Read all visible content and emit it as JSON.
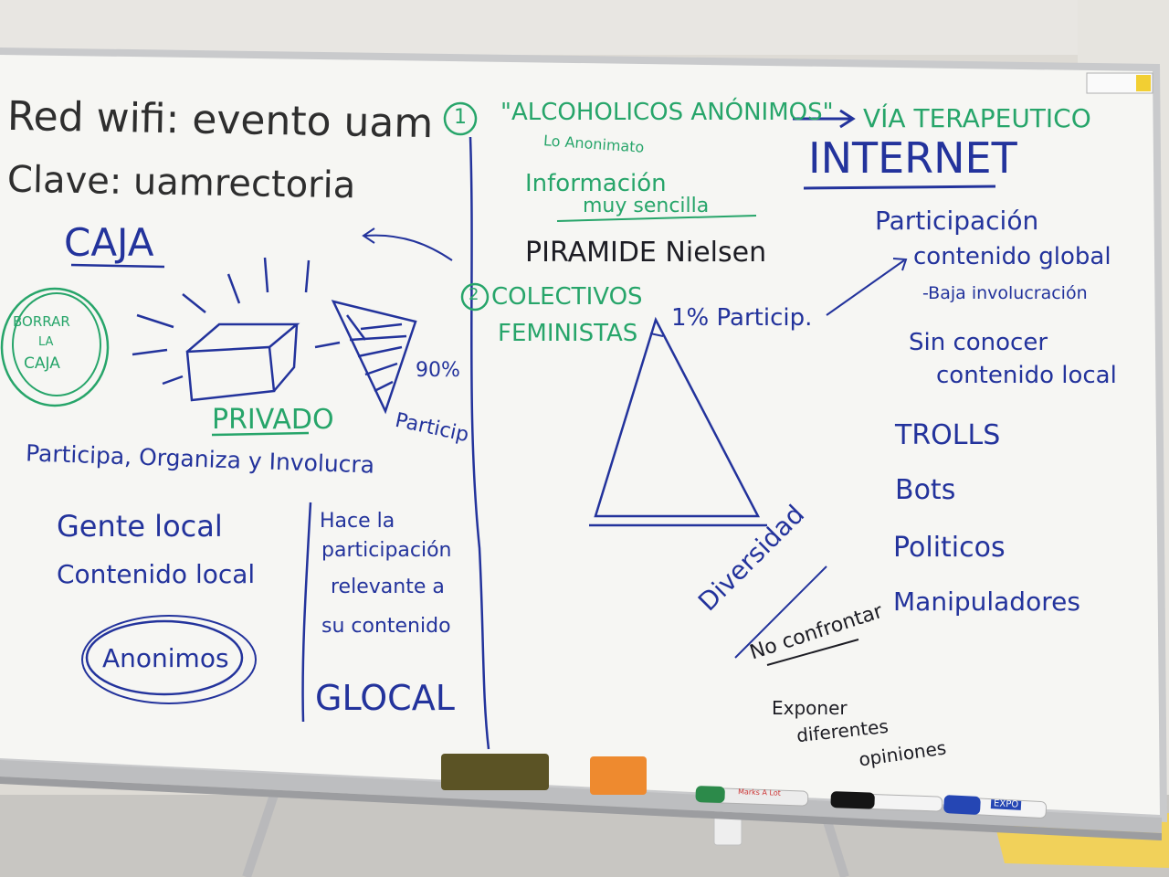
{
  "left_column": {
    "wifi_line": "Red wifi: evento uam",
    "password_line": "Clave: uamrectoria",
    "caja": "CAJA",
    "borrar_caja": [
      "BORRAR",
      "LA",
      "CAJA"
    ],
    "privado": "PRIVADO",
    "percent_90": "90%",
    "participa_right": "Particip",
    "participa_line": "Participa, Organiza y Involucra",
    "list": [
      "Gente local",
      "Contenido local",
      "Anonimos"
    ],
    "hace_note": [
      "Hace la",
      "participación",
      "relevante a",
      "su contenido"
    ],
    "glocal": "GLOCAL"
  },
  "middle_column": {
    "num_1": "1",
    "alcoholicos": "\"ALCOHOLICOS ANÓNIMOS\"",
    "lo_anonimato": "Lo Anonimato",
    "informacion": "Información",
    "muy_sencilla": "muy sencilla",
    "piramide": "PIRAMIDE Nielsen",
    "num_2": "2",
    "colectivos": "COLECTIVOS",
    "feministas": "FEMINISTAS",
    "one_percent": "1% Particip.",
    "diversidad": "Diversidad",
    "no_confrontar": "No confrontar",
    "exponer": "Exponer",
    "diferentes": "diferentes",
    "opiniones": "opiniones"
  },
  "right_column": {
    "via_terapeutica": "VÍA TERAPEUTICO",
    "internet": "INTERNET",
    "participacion": "Participación",
    "contenido_global": "contenido global",
    "baja": "-Baja involucración",
    "sin_conocer": "Sin conocer",
    "contenido_local": "contenido local",
    "list": [
      "TROLLS",
      "Bots",
      "Politicos",
      "Manipuladores"
    ]
  },
  "tray": {
    "marker_1": "Marks A Lot",
    "marker_3": "EXPO"
  },
  "colors": {
    "board": "#f6f6f3",
    "frame": "#c9cacc",
    "wall": "#dedbd5",
    "ink_black": "#2e2e2e",
    "ink_green": "#27a56a",
    "ink_blue": "#23339c",
    "eraser_green": "#5b5325",
    "eraser_orange": "#ee8a2f"
  }
}
